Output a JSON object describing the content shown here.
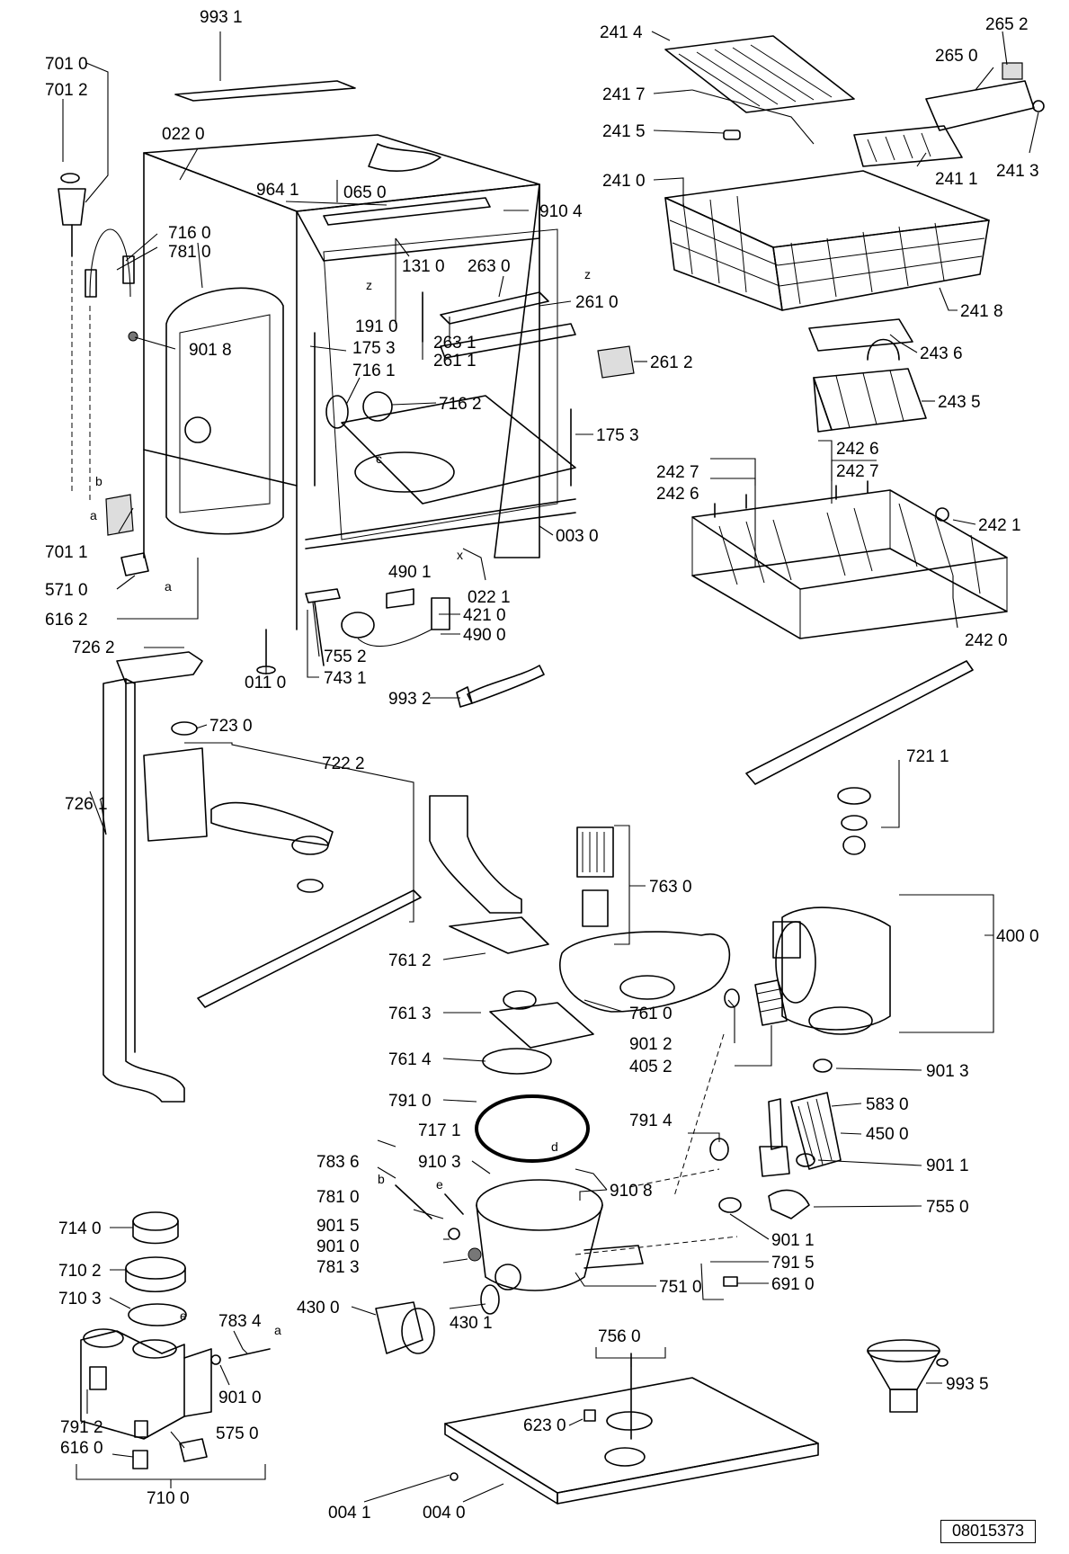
{
  "document_id": "08015373",
  "letters": [
    "z",
    "z",
    "c",
    "b",
    "a",
    "a",
    "x",
    "e",
    "b",
    "e",
    "d",
    "a"
  ],
  "parts": [
    "993 1",
    "701 0",
    "701 2",
    "022 0",
    "964 1",
    "065 0",
    "910 4",
    "716 0",
    "781 0",
    "131 0",
    "263 0",
    "261 0",
    "901 8",
    "191 0",
    "263 1",
    "261 1",
    "175 3",
    "716 1",
    "716 2",
    "261 2",
    "175 3",
    "003 0",
    "701 1",
    "571 0",
    "616 2",
    "490 1",
    "421 0",
    "490 0",
    "022 1",
    "726 2",
    "755 2",
    "743 1",
    "011 0",
    "993 2",
    "723 0",
    "722 2",
    "726 1",
    "241 4",
    "265 2",
    "265 0",
    "241 7",
    "241 5",
    "241 3",
    "241 1",
    "241 0",
    "241 8",
    "243 6",
    "243 5",
    "242 6",
    "242 7",
    "242 7",
    "242 6",
    "242 1",
    "242 0",
    "721 1",
    "763 0",
    "400 0",
    "761 2",
    "761 3",
    "761 0",
    "901 2",
    "405 2",
    "761 4",
    "901 3",
    "791 0",
    "583 0",
    "717 1",
    "791 4",
    "450 0",
    "783 6",
    "910 3",
    "910 8",
    "901 1",
    "781 0",
    "755 0",
    "901 5",
    "901 1",
    "901 0",
    "791 5",
    "781 3",
    "751 0",
    "691 0",
    "430 0",
    "430 1",
    "714 0",
    "710 2",
    "710 3",
    "783 4",
    "901 0",
    "791 2",
    "575 0",
    "616 0",
    "710 0",
    "756 0",
    "623 0",
    "993 5",
    "004 1",
    "004 0"
  ]
}
